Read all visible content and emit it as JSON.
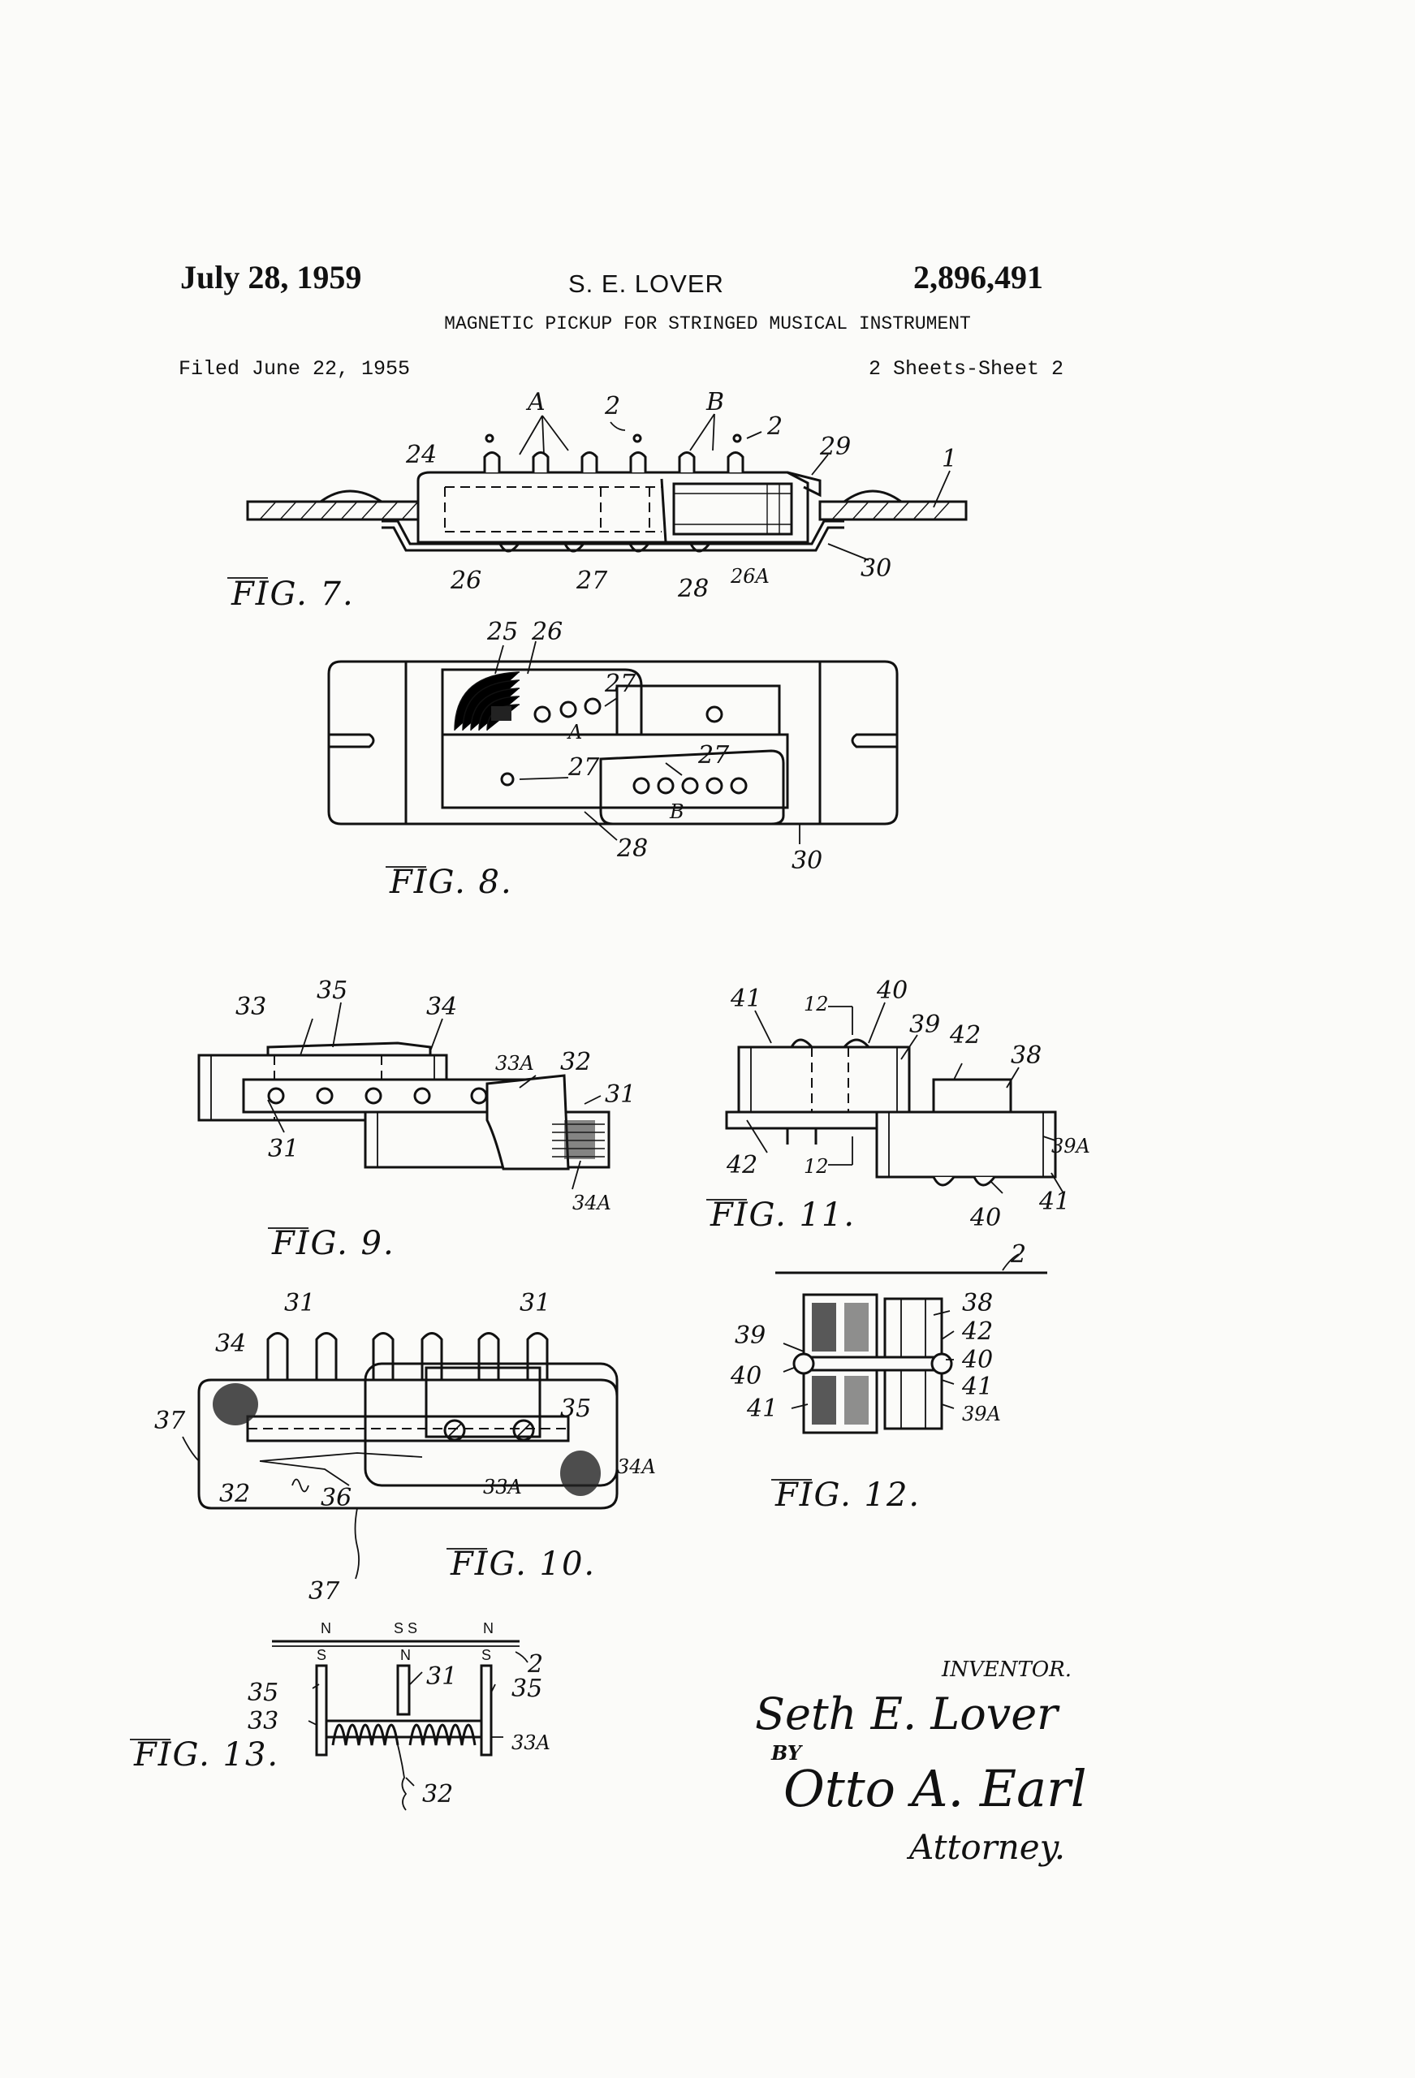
{
  "header": {
    "date": "July 28, 1959",
    "inventor": "S. E. LOVER",
    "patent_number": "2,896,491",
    "title": "MAGNETIC PICKUP FOR STRINGED MUSICAL INSTRUMENT",
    "filed": "Filed June 22, 1955",
    "sheets": "2 Sheets-Sheet 2"
  },
  "figures": {
    "fig7": {
      "caption": "FIG. 7.",
      "labels": {
        "l24": "24",
        "lA": "A",
        "l2a": "2",
        "lB": "B",
        "l2b": "2",
        "l29": "29",
        "l1": "1",
        "l26": "26",
        "l27": "27",
        "l28": "28",
        "l26A": "26A",
        "l30": "30"
      }
    },
    "fig8": {
      "caption": "FIG. 8.",
      "labels": {
        "l25": "25",
        "l26": "26",
        "l27a": "27",
        "lA": "A",
        "l27b": "27",
        "l27c": "27",
        "lB": "B",
        "l28": "28",
        "l30": "30"
      }
    },
    "fig9": {
      "caption": "FIG. 9.",
      "labels": {
        "l33": "33",
        "l35": "35",
        "l34": "34",
        "l33A": "33A",
        "l32": "32",
        "l31a": "31",
        "l31b": "31",
        "l34A": "34A"
      }
    },
    "fig10": {
      "caption": "FIG. 10.",
      "labels": {
        "l34": "34",
        "l31a": "31",
        "l31b": "31",
        "l37a": "37",
        "l35": "35",
        "l32": "32",
        "l36": "36",
        "l33A": "33A",
        "l34A": "34A",
        "l37b": "37"
      }
    },
    "fig11": {
      "caption": "FIG. 11.",
      "labels": {
        "l41a": "41",
        "l12a": "12",
        "l40a": "40",
        "l39": "39",
        "l42a": "42",
        "l38": "38",
        "l42b": "42",
        "l12b": "12",
        "l39A": "39A",
        "l40b": "40",
        "l41b": "41"
      }
    },
    "fig12": {
      "caption": "FIG. 12.",
      "labels": {
        "l2": "2",
        "l39": "39",
        "l38": "38",
        "l42": "42",
        "l40a": "40",
        "l40b": "40",
        "l41a": "41",
        "l41b": "41",
        "l39A": "39A"
      }
    },
    "fig13": {
      "caption": "FIG. 13.",
      "poles": {
        "n1": "N",
        "ss": "S S",
        "n2": "N",
        "s1": "S",
        "n3": "N",
        "s2": "S"
      },
      "labels": {
        "l2": "2",
        "l35a": "35",
        "l31": "31",
        "l35b": "35",
        "l33": "33",
        "l33A": "33A",
        "l32": "32"
      }
    }
  },
  "signature": {
    "inventor_label": "INVENTOR.",
    "inventor_name": "Seth E. Lover",
    "by": "BY",
    "attorney_name": "Otto A. Earl",
    "attorney_label": "Attorney."
  }
}
